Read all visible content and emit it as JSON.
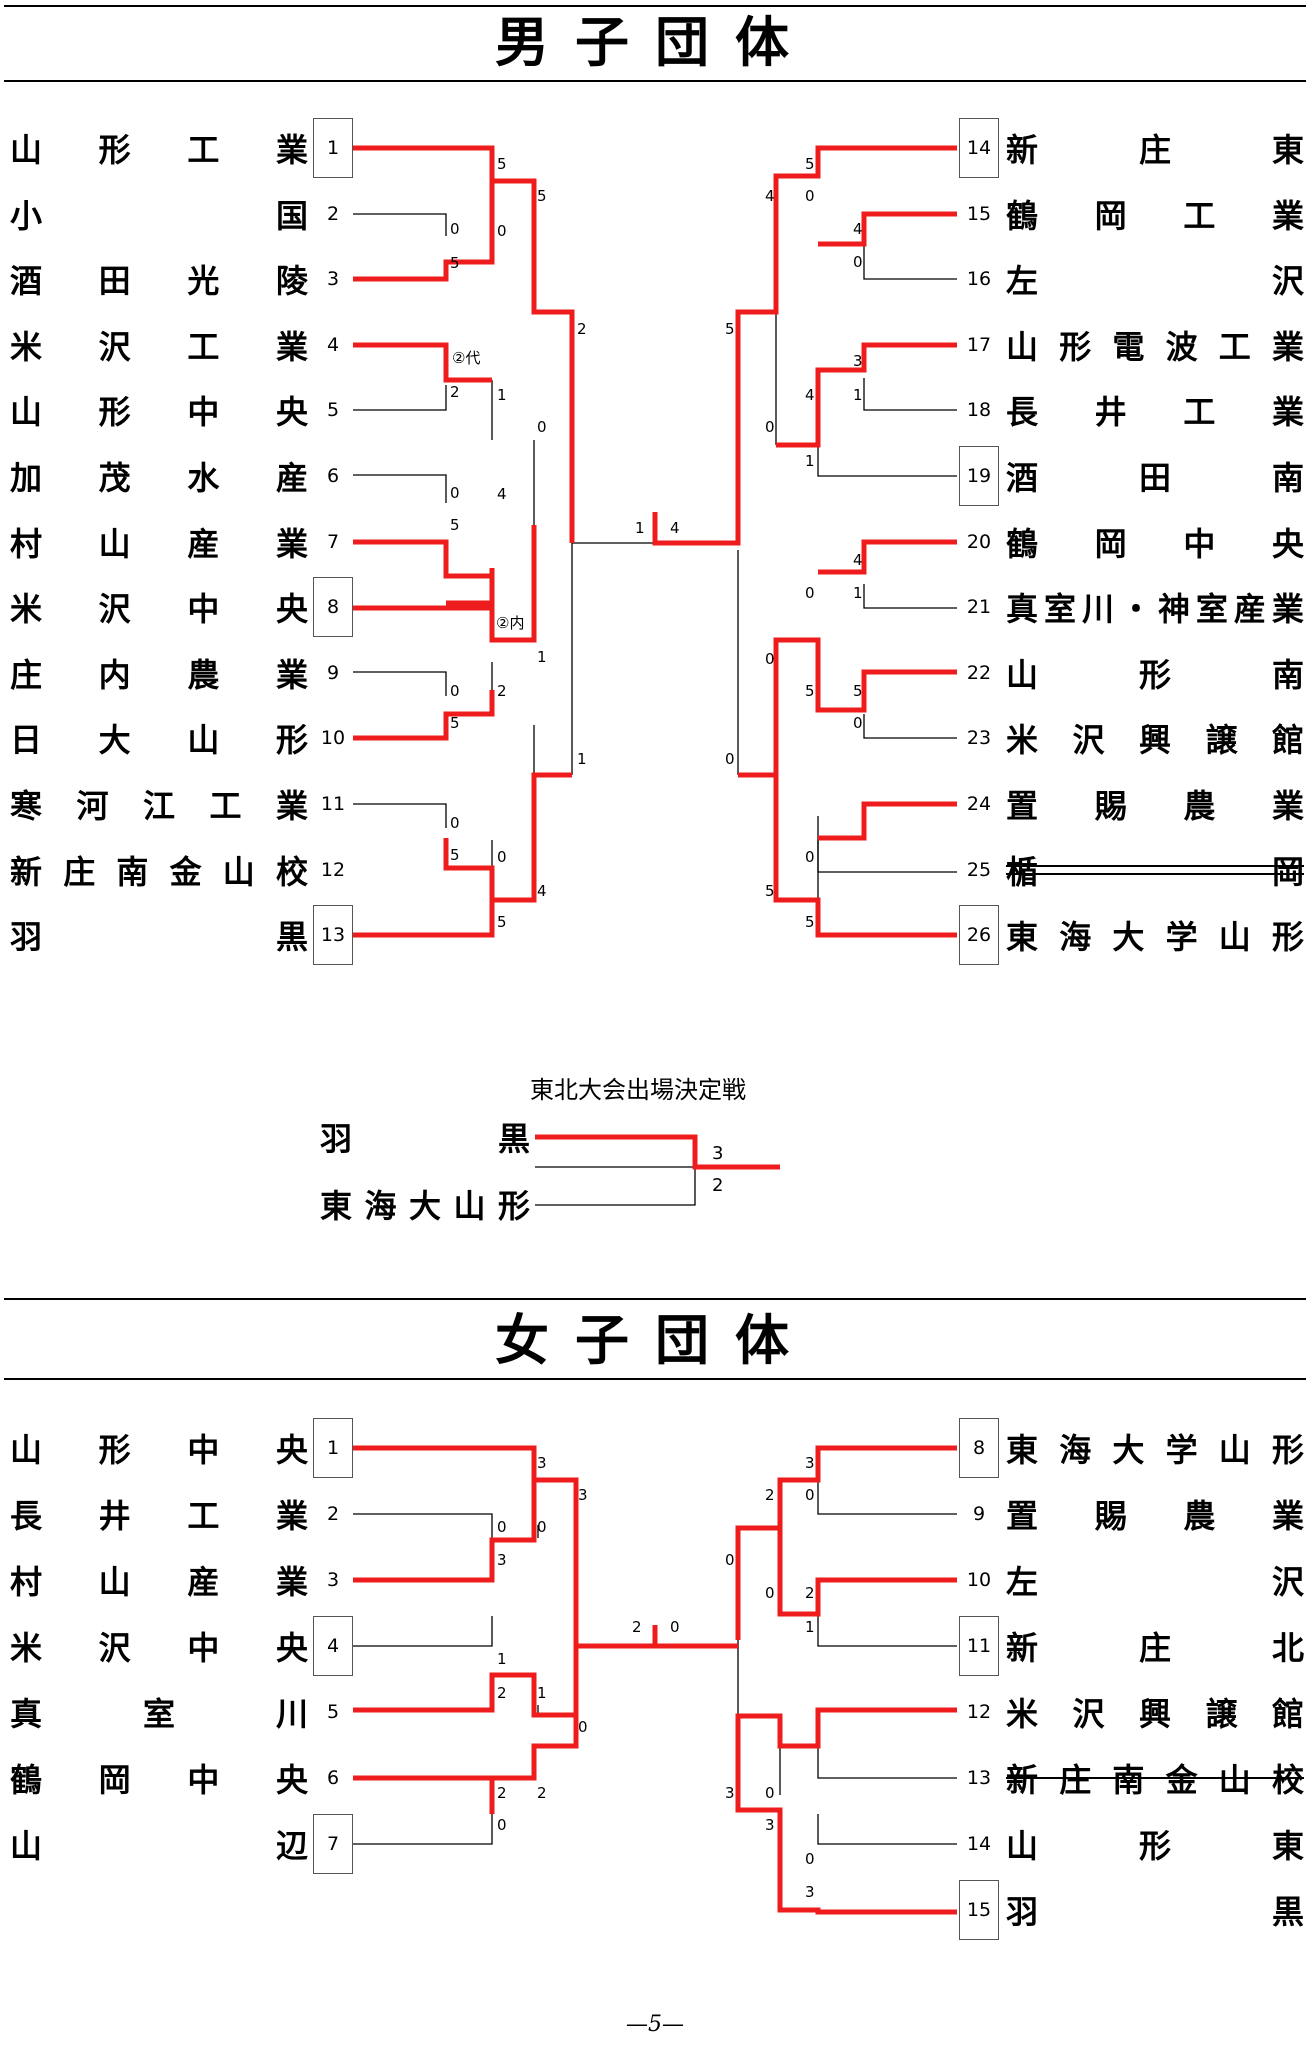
{
  "mens": {
    "title": "男子団体",
    "left": [
      {
        "seed": "1",
        "box": true,
        "name": "山形工業"
      },
      {
        "seed": "2",
        "box": false,
        "name": "小国"
      },
      {
        "seed": "3",
        "box": false,
        "name": "酒田光陵"
      },
      {
        "seed": "4",
        "box": false,
        "name": "米沢工業"
      },
      {
        "seed": "5",
        "box": false,
        "name": "山形中央"
      },
      {
        "seed": "6",
        "box": false,
        "name": "加茂水産"
      },
      {
        "seed": "7",
        "box": false,
        "name": "村山産業"
      },
      {
        "seed": "8",
        "box": true,
        "name": "米沢中央"
      },
      {
        "seed": "9",
        "box": false,
        "name": "庄内農業"
      },
      {
        "seed": "10",
        "box": false,
        "name": "日大山形"
      },
      {
        "seed": "11",
        "box": false,
        "name": "寒河江工業"
      },
      {
        "seed": "12",
        "box": false,
        "name": "新庄南金山校"
      },
      {
        "seed": "13",
        "box": true,
        "name": "羽黒"
      }
    ],
    "right": [
      {
        "seed": "14",
        "box": true,
        "name": "新庄東"
      },
      {
        "seed": "15",
        "box": false,
        "name": "鶴岡工業"
      },
      {
        "seed": "16",
        "box": false,
        "name": "左沢"
      },
      {
        "seed": "17",
        "box": false,
        "name": "山形電波工業"
      },
      {
        "seed": "18",
        "box": false,
        "name": "長井工業"
      },
      {
        "seed": "19",
        "box": true,
        "name": "酒田南"
      },
      {
        "seed": "20",
        "box": false,
        "name": "鶴岡中央"
      },
      {
        "seed": "21",
        "box": false,
        "name": "真室川・神室産業"
      },
      {
        "seed": "22",
        "box": false,
        "name": "山形南"
      },
      {
        "seed": "23",
        "box": false,
        "name": "米沢興譲館"
      },
      {
        "seed": "24",
        "box": false,
        "name": "置賜農業"
      },
      {
        "seed": "25",
        "box": false,
        "name": "楯岡",
        "withdrawn": true
      },
      {
        "seed": "26",
        "box": true,
        "name": "東海大学山形"
      }
    ],
    "notes": {
      "m4": "②代",
      "m8": "②内"
    }
  },
  "playoff": {
    "title": "東北大会出場決定戦",
    "team1": "羽黒",
    "team2": "東海大山形",
    "score1": "3",
    "score2": "2"
  },
  "womens": {
    "title": "女子団体",
    "left": [
      {
        "seed": "1",
        "box": true,
        "name": "山形中央"
      },
      {
        "seed": "2",
        "box": false,
        "name": "長井工業"
      },
      {
        "seed": "3",
        "box": false,
        "name": "村山産業"
      },
      {
        "seed": "4",
        "box": true,
        "name": "米沢中央"
      },
      {
        "seed": "5",
        "box": false,
        "name": "真室川"
      },
      {
        "seed": "6",
        "box": false,
        "name": "鶴岡中央"
      },
      {
        "seed": "7",
        "box": true,
        "name": "山辺"
      }
    ],
    "right": [
      {
        "seed": "8",
        "box": true,
        "name": "東海大学山形"
      },
      {
        "seed": "9",
        "box": false,
        "name": "置賜農業"
      },
      {
        "seed": "10",
        "box": false,
        "name": "左沢"
      },
      {
        "seed": "11",
        "box": true,
        "name": "新庄北"
      },
      {
        "seed": "12",
        "box": false,
        "name": "米沢興譲館"
      },
      {
        "seed": "13",
        "box": false,
        "name": "新庄南金山校",
        "withdrawn": true
      },
      {
        "seed": "14",
        "box": false,
        "name": "山形東"
      },
      {
        "seed": "15",
        "box": true,
        "name": "羽黒"
      }
    ]
  },
  "footer": "—5—",
  "colors": {
    "winner": "#ee1c1c",
    "line": "#000000"
  }
}
